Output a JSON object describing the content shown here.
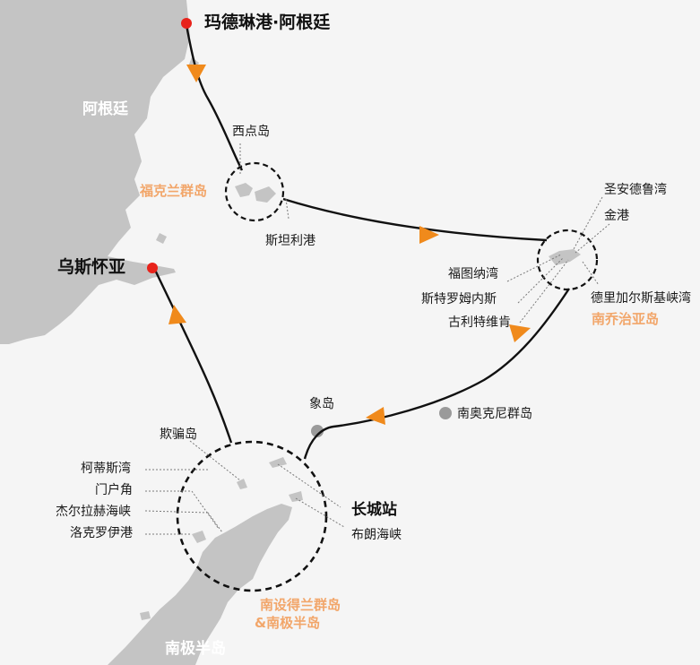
{
  "colors": {
    "land": "#c4c4c4",
    "route": "#111111",
    "arrow": "#f08a1c",
    "port_dot": "#e8231b",
    "site_dot": "#9a9a9a",
    "region_text": "#f2a66a",
    "land_text": "#ffffff",
    "leader": "#7a7a7a"
  },
  "ports": {
    "start": "玛德琳港·阿根廷",
    "end": "乌斯怀亚"
  },
  "land_names": {
    "argentina": "阿根廷",
    "antarctic_peninsula": "南极半岛"
  },
  "regions": {
    "falklands": "福克兰群岛",
    "south_georgia": "南乔治亚岛",
    "south_shetland_line1": "南设得兰群岛",
    "south_shetland_line2": "&南极半岛"
  },
  "falklands_sites": {
    "west_point": "西点岛",
    "stanley": "斯坦利港"
  },
  "south_georgia_sites": {
    "st_andrews": "圣安德鲁湾",
    "gold_harbour": "金港",
    "fortuna": "福图纳湾",
    "stromness": "斯特罗姆内斯",
    "grytviken": "古利特维肯",
    "drygalski": "德里加尔斯基峡湾"
  },
  "open_sea_sites": {
    "elephant_island": "象岛",
    "south_orkney": "南奥克尼群岛"
  },
  "peninsula_sites": {
    "deception": "欺骗岛",
    "cierva": "柯蒂斯湾",
    "portal_point": "门户角",
    "gerlache": "杰尔拉赫海峡",
    "lockroy": "洛克罗伊港",
    "great_wall": "长城站",
    "bransfield": "布朗海峡"
  }
}
